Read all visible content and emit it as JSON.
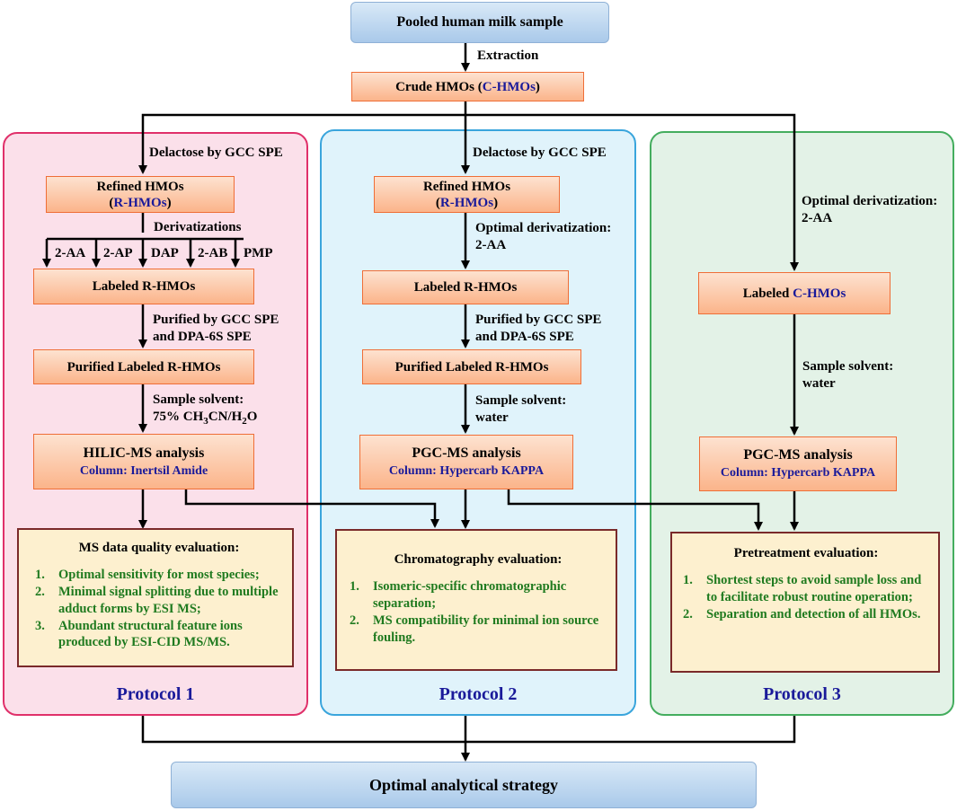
{
  "top": {
    "sample": "Pooled human milk sample",
    "extraction": "Extraction",
    "crude_prefix": "Crude HMOs (",
    "crude_abbr": "C-HMOs",
    "crude_suffix": ")"
  },
  "protocol1": {
    "delactose": "Delactose by GCC SPE",
    "refined_line1": "Refined HMOs",
    "refined_open": "(",
    "refined_abbr": "R-HMOs",
    "refined_close": ")",
    "derivatizations": "Derivatizations",
    "reagents": [
      "2-AA",
      "2-AP",
      "DAP",
      "2-AB",
      "PMP"
    ],
    "labeled": "Labeled R-HMOs",
    "purified_line1": "Purified by GCC SPE",
    "purified_line2": "and DPA-6S SPE",
    "purified_labeled": "Purified Labeled R-HMOs",
    "solvent_line1": "Sample solvent:",
    "solvent_pre": "75% CH",
    "solvent_sub1": "3",
    "solvent_mid": "CN/H",
    "solvent_sub2": "2",
    "solvent_post": "O",
    "analysis": "HILIC-MS analysis",
    "column": "Column: Inertsil Amide",
    "eval_title": "MS data quality evaluation:",
    "eval_items": [
      {
        "num": "1.",
        "text": "Optimal sensitivity for most species;"
      },
      {
        "num": "2.",
        "text": "Minimal signal splitting due to multiple adduct forms by ESI MS;"
      },
      {
        "num": "3.",
        "text": "Abundant structural feature ions produced by ESI-CID MS/MS."
      }
    ],
    "title": "Protocol 1"
  },
  "protocol2": {
    "delactose": "Delactose by GCC SPE",
    "refined_line1": "Refined HMOs",
    "refined_open": "(",
    "refined_abbr": "R-HMOs",
    "refined_close": ")",
    "deriv_line1": "Optimal derivatization:",
    "deriv_line2": "2-AA",
    "labeled": "Labeled R-HMOs",
    "purified_line1": "Purified by GCC SPE",
    "purified_line2": "and DPA-6S SPE",
    "purified_labeled": "Purified Labeled R-HMOs",
    "solvent_line1": "Sample solvent:",
    "solvent_line2": "water",
    "analysis": "PGC-MS analysis",
    "column": "Column: Hypercarb KAPPA",
    "eval_title": "Chromatography evaluation:",
    "eval_items": [
      {
        "num": "1.",
        "text": "Isomeric-specific chromatographic separation;"
      },
      {
        "num": "2.",
        "text": "MS compatibility for minimal ion source fouling."
      }
    ],
    "title": "Protocol 2"
  },
  "protocol3": {
    "deriv_line1": "Optimal derivatization:",
    "deriv_line2": "2-AA",
    "labeled_prefix": "Labeled ",
    "labeled_abbr": "C-HMOs",
    "solvent_line1": "Sample solvent:",
    "solvent_line2": "water",
    "analysis": "PGC-MS analysis",
    "column": "Column: Hypercarb KAPPA",
    "eval_title": "Pretreatment evaluation:",
    "eval_items": [
      {
        "num": "1.",
        "text": "Shortest steps to avoid sample loss and to facilitate robust routine operation;"
      },
      {
        "num": "2.",
        "text": "Separation and detection of all HMOs."
      }
    ],
    "title": "Protocol 3"
  },
  "bottom": {
    "strategy": "Optimal analytical strategy"
  },
  "colors": {
    "protocol1_bg": "#fbe0ea",
    "protocol2_bg": "#e0f3fb",
    "protocol3_bg": "#e3f2e7",
    "accent_navy": "#1a1a9a",
    "eval_text_green": "#1f7a1f"
  }
}
